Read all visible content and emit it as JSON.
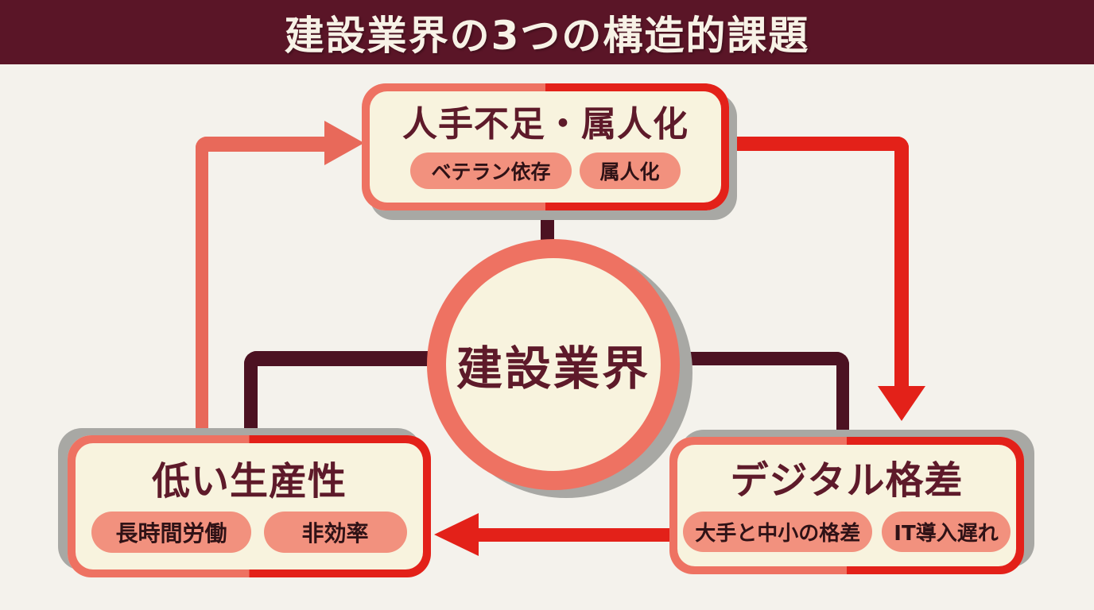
{
  "header": {
    "title": "建設業界の3つの構造的課題"
  },
  "center": {
    "label": "建設業界"
  },
  "nodes": {
    "top": {
      "title": "人手不足・属人化",
      "tags": [
        "ベテラン依存",
        "属人化"
      ]
    },
    "bottom_left": {
      "title": "低い生産性",
      "tags": [
        "長時間労働",
        "非効率"
      ]
    },
    "bottom_right": {
      "title": "デジタル格差",
      "tags": [
        "大手と中小の格差",
        "IT導入遅れ"
      ]
    }
  },
  "colors": {
    "header_bg": "#5a1527",
    "background": "#f4f2ec",
    "panel_cream": "#f8f3de",
    "salmon_border": "#ee7262",
    "salmon_arrow": "#e8695a",
    "red": "#e32119",
    "dark_maroon": "#4c1222",
    "title_maroon": "#5e1a2a",
    "tag_bg": "#f2917e",
    "shadow_gray": "#a8a8a4"
  }
}
